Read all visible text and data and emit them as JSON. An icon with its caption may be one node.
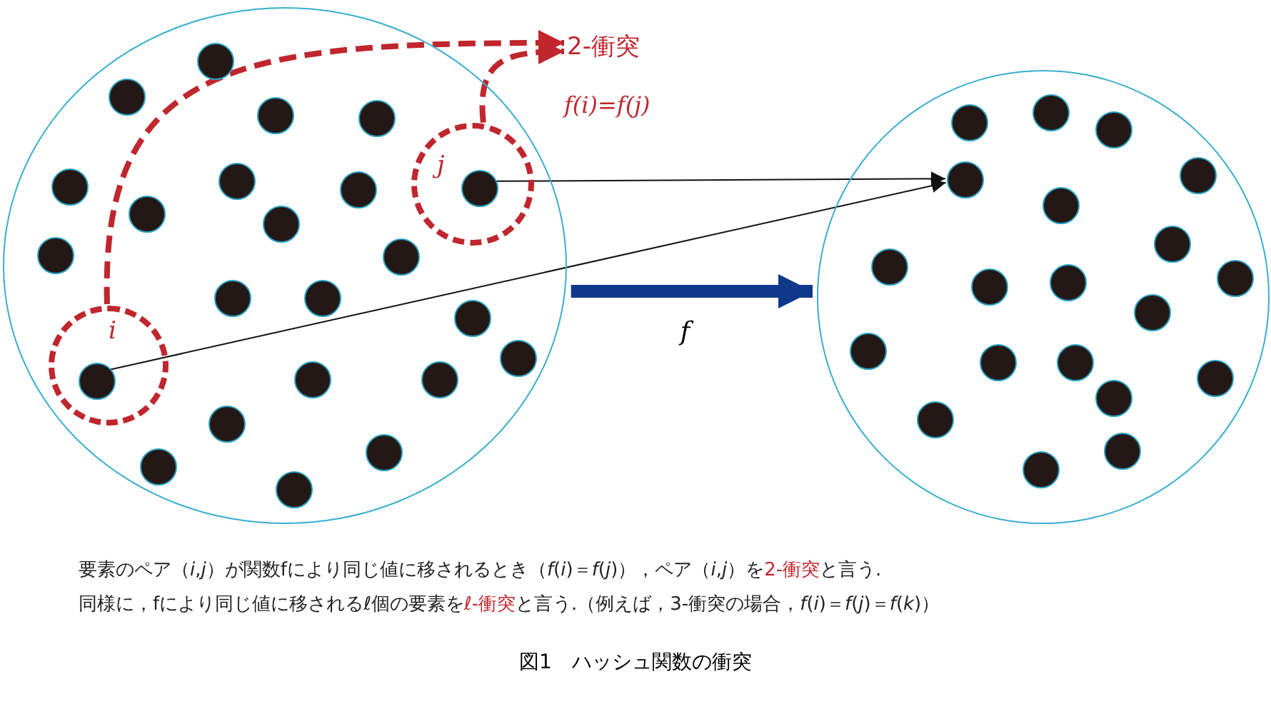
{
  "diagram": {
    "caption": "図1　ハッシュ関数の衝突",
    "nodes": [
      {
        "text": [],
        "shape": "circle"
      },
      {
        "text": [
          "i"
        ],
        "in": 0
      },
      {
        "text": [],
        "shape": "circle",
        "in": 1
      },
      {
        "text": [
          "j"
        ],
        "in": 0
      },
      {
        "text": [],
        "shape": "circle",
        "in": 3
      },
      {
        "text": [],
        "shape": "circle",
        "in": 0
      },
      {
        "text": [],
        "shape": "circle",
        "in": 0
      },
      {
        "text": [],
        "shape": "circle",
        "in": 0
      },
      {
        "text": [],
        "shape": "circle",
        "in": 0
      },
      {
        "text": [],
        "shape": "circle",
        "in": 0
      },
      {
        "text": [],
        "shape": "circle",
        "in": 0
      },
      {
        "text": [],
        "shape": "circle",
        "in": 0
      },
      {
        "text": [],
        "shape": "circle",
        "in": 0
      },
      {
        "text": [],
        "shape": "circle",
        "in": 0
      },
      {
        "text": [],
        "shape": "circle",
        "in": 0
      },
      {
        "text": [],
        "shape": "circle",
        "in": 0
      },
      {
        "text": [],
        "shape": "circle",
        "in": 0
      },
      {
        "text": [],
        "shape": "circle",
        "in": 0
      },
      {
        "text": [],
        "shape": "circle",
        "in": 0
      },
      {
        "text": [],
        "shape": "circle",
        "in": 0
      },
      {
        "text": [],
        "shape": "circle",
        "in": 0
      },
      {
        "text": [],
        "shape": "circle",
        "in": 0
      },
      {
        "text": [],
        "shape": "circle",
        "in": 0
      },
      {
        "text": [],
        "shape": "circle",
        "in": 0
      },
      {
        "text": [],
        "shape": "circle",
        "in": 0
      },
      {
        "text": [],
        "shape": "circle",
        "in": 0
      },
      {
        "text": [
          "2-衝突"
        ],
        "beside": [
          "f(i)=f(j)"
        ]
      },
      {
        "text": [],
        "shape": "circle"
      },
      {
        "text": [],
        "shape": "circle",
        "in": 27
      },
      {
        "text": [],
        "shape": "circle",
        "in": 27
      },
      {
        "text": [],
        "shape": "circle",
        "in": 27
      },
      {
        "text": [],
        "shape": "circle",
        "in": 27
      },
      {
        "text": [],
        "shape": "circle",
        "in": 27
      },
      {
        "text": [],
        "shape": "circle",
        "in": 27
      },
      {
        "text": [],
        "shape": "circle",
        "in": 27
      },
      {
        "text": [],
        "shape": "circle",
        "in": 27
      },
      {
        "text": [],
        "shape": "circle",
        "in": 27
      },
      {
        "text": [],
        "shape": "circle",
        "in": 27
      },
      {
        "text": [],
        "shape": "circle",
        "in": 27
      },
      {
        "text": [],
        "shape": "circle",
        "in": 27
      },
      {
        "text": [],
        "shape": "circle",
        "in": 27
      },
      {
        "text": [],
        "shape": "circle",
        "in": 27
      },
      {
        "text": [],
        "shape": "circle",
        "in": 27
      },
      {
        "text": [],
        "shape": "circle",
        "in": 27
      },
      {
        "text": [],
        "shape": "circle",
        "in": 27
      },
      {
        "text": [],
        "shape": "circle",
        "in": 27
      },
      {
        "text": [],
        "shape": "circle",
        "in": 27
      },
      {
        "text": [],
        "shape": "circle",
        "in": 27
      }
    ],
    "edges": [
      {
        "from": 1,
        "to": 26,
        "arrow": "to",
        "style": "dashed",
        "color": "#c0262d"
      },
      {
        "from": 3,
        "to": 26,
        "arrow": "to",
        "style": "dashed",
        "color": "#c0262d"
      },
      {
        "from": 2,
        "to": 28,
        "arrow": "to",
        "color": "#111111"
      },
      {
        "from": 4,
        "to": 28,
        "arrow": "to",
        "color": "#111111"
      },
      {
        "from": 0,
        "to": 27,
        "arrow": "to",
        "label": "f",
        "style": "thick",
        "color": "#10388a"
      }
    ],
    "labels": [
      "要素のペア（*i*,*j*）が関数fにより同じ値に移されるとき（*f*(*i*)＝*f*(*j*)），ペア（*i*,*j*）を**2-衝突**と言う.",
      "同様に，fにより同じ値に移されるℓ個の要素を***ℓ*-衝突**と言う.（例えば，3-衝突の場合，*f*(*i*)＝*f*(*j*)＝*f*(*k*)）"
    ]
  }
}
